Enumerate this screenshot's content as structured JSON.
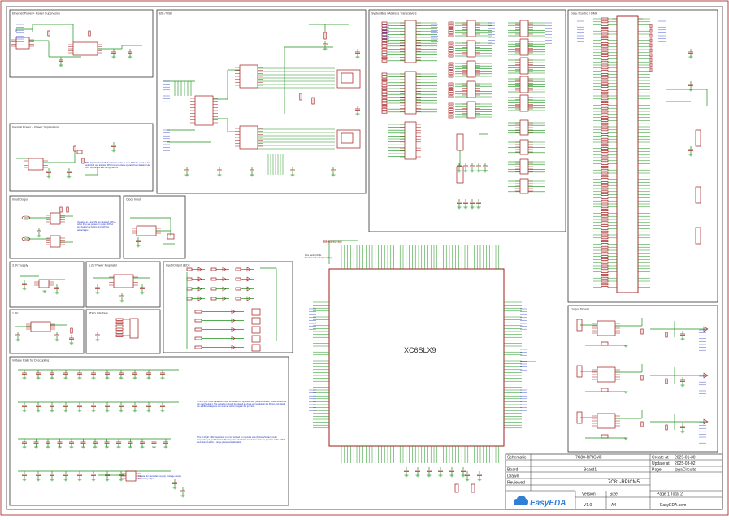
{
  "sheet": {
    "fpga_label": "XC6SLX9"
  },
  "panels": {
    "p1": "Ethernet Power + Power Supervision",
    "p2": "Eth / USB",
    "p3": "SystemBus / Address Transceivers",
    "p4": "Data / Control / DMA",
    "p5": "Internal Power + Power Supervision",
    "p6": "Input/Output",
    "p7": "Clock Input",
    "p8": "3.3V Supply",
    "p9": "1.2V Power Regulator",
    "p10": "Input/Output LEDs",
    "p11": "1.8V",
    "p12": "JTAG Interface",
    "p13": "Voltage Rails for Decoupling",
    "p14": "Output Drivers",
    "fpga_bank_note": "Pins Bank 0 Rails\nFor Decoupler Output Voltage"
  },
  "notes": {
    "p5_note": "BTP Injection Controlled to detect under or over. FPGA is used, to be optimized use adapter. FPGA is not unless operated last detailed rule from operations and configurations.",
    "p6_note": "Voltages at J and M1 are installed. FPGA when they are present in output FPGA and below low before find with the advantages",
    "p13_note1": "The 0.1 µF 0402 capacitors must be located on opposite side (Bottom/Solder) under respective pin pad footprint. The capacitor should be placed as close as possible to the FPGA and placed on a different layer to the sources within range in the junction.",
    "p13_note2": "The 0.47 µF 0402 capacitors must be located on opposite side (Bottom/Solder) under respective pin pad footprint. The capacitor should be located as close as possible to the FPGA and placed within a range placement allowable.",
    "p13_note3": "Adapter for secondary supply. Unstage output. Secondary adjust."
  },
  "title_block": {
    "schematic_label": "Schematic",
    "schematic_value": "7C80-RPICM5",
    "board_label": "Board",
    "board_value": "Board1",
    "drawn_label": "Drawn",
    "reviewed_label": "Reviewed",
    "sheet_title": "7C81-RPICM5",
    "create_label": "Create at",
    "create_value": "2025-01-30",
    "update_label": "Update at",
    "update_value": "2025-03-02",
    "page_label": "Page",
    "page_value": "fpgaCircuits",
    "version_label": "Version",
    "version_value": "V1.0",
    "size_label": "Size",
    "size_value": "A4",
    "pageno": "Page 1  Total 2",
    "logo_text": "EasyEDA",
    "site": "EasyEDA.com"
  },
  "colors": {
    "wire": "#1a8f1a",
    "component": "#a31a1a",
    "netlabel": "#2233bb",
    "frame": "#333333",
    "logo": "#2f7fd6"
  }
}
